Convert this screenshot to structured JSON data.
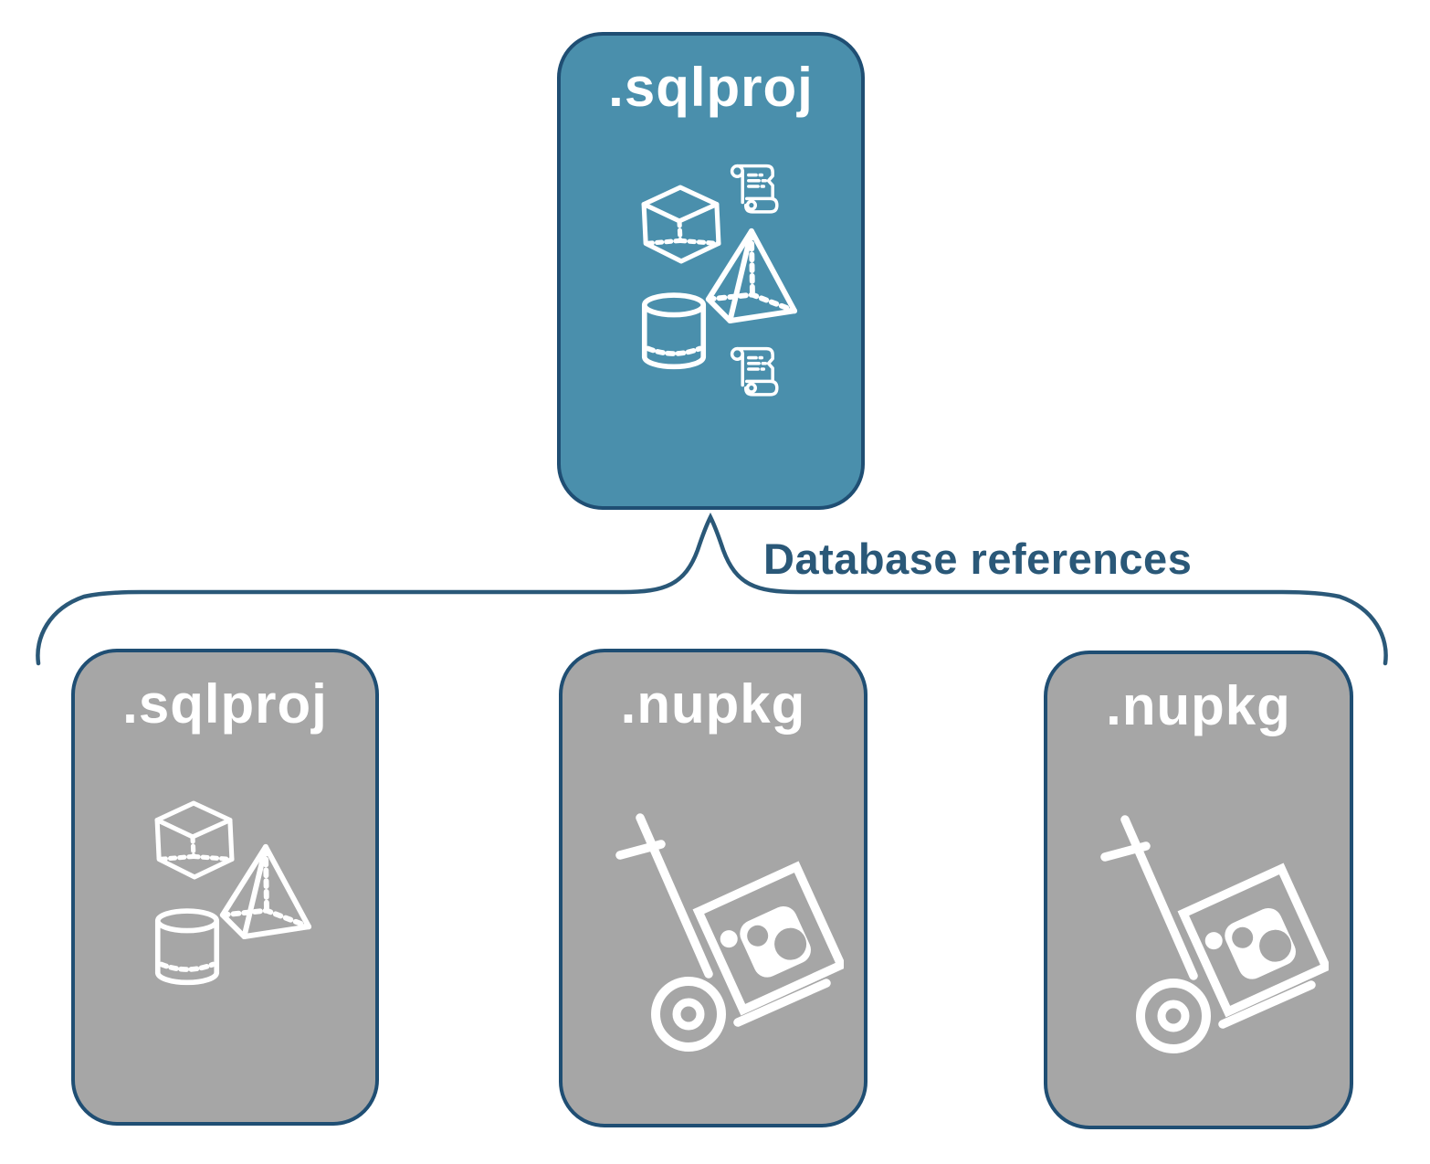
{
  "diagram": {
    "connector": {
      "label": "Database references",
      "type": "brace"
    },
    "nodes": {
      "main_sqlproj": {
        "label": ".sqlproj",
        "fill": "#4a8fac",
        "icons": [
          "cube-icon",
          "scroll-icon",
          "pyramid-icon",
          "cylinder-icon",
          "scroll-icon"
        ]
      },
      "ref_sqlproj": {
        "label": ".sqlproj",
        "fill": "#a6a6a6",
        "icons": [
          "cube-icon",
          "pyramid-icon",
          "cylinder-icon"
        ]
      },
      "ref_nupkg_1": {
        "label": ".nupkg",
        "fill": "#a6a6a6",
        "icons": [
          "hand-truck-package-icon"
        ]
      },
      "ref_nupkg_2": {
        "label": ".nupkg",
        "fill": "#a6a6a6",
        "icons": [
          "hand-truck-package-icon"
        ]
      }
    },
    "colors": {
      "accent_teal": "#4a8fac",
      "node_gray": "#a6a6a6",
      "border_navy": "#1f4e73",
      "text_navy": "#2a5878",
      "icon_white": "#ffffff",
      "background": "#ffffff"
    }
  }
}
